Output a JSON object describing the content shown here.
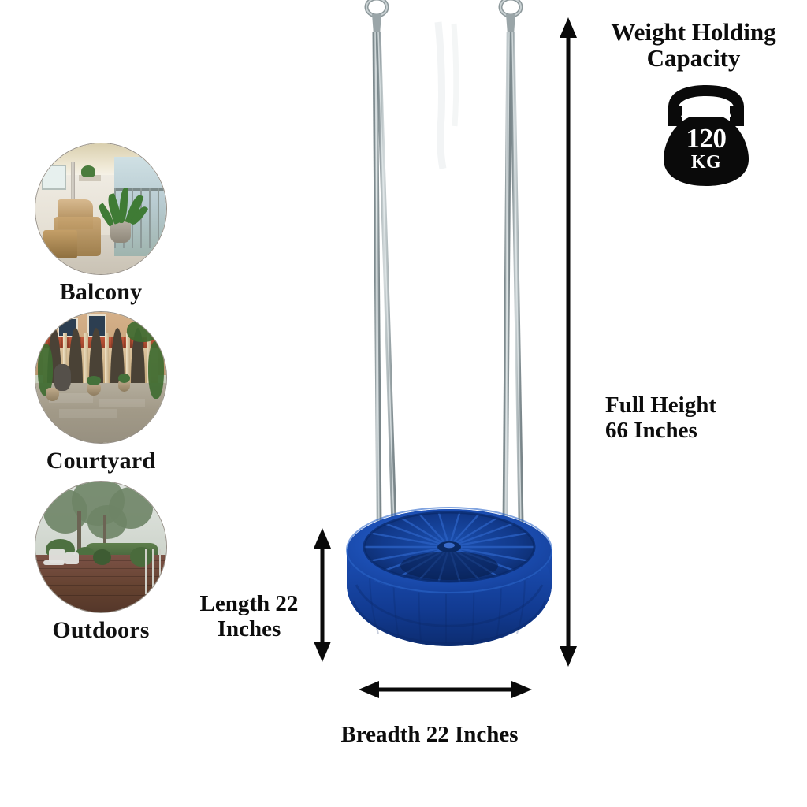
{
  "background_color": "#ffffff",
  "product": {
    "name": "blue tire swing",
    "tire_color": "#1545a8",
    "tire_color_dark": "#0b2a6b",
    "rim_color": "#0d3080",
    "cable_color": "#9aa6aa",
    "cable_count": 4,
    "ring_count": 2
  },
  "features": [
    {
      "label": "Balcony",
      "icon": "balcony-photo",
      "scene": "apartment balcony with rattan chair, potted plant and glass railing"
    },
    {
      "label": "Courtyard",
      "icon": "courtyard-photo",
      "scene": "stone courtyard with arched colonnade, terracotta roof and ivy"
    },
    {
      "label": "Outdoors",
      "icon": "outdoors-photo",
      "scene": "wooden garden deck with trees, hedge and patio furniture"
    }
  ],
  "measurements": {
    "length": {
      "label": "Length 22\nInches",
      "line1": "Length 22",
      "line2": "Inches",
      "value": 22,
      "unit": "Inches",
      "arrow": "vertical-double-arrow"
    },
    "full_height": {
      "line1": "Full Height",
      "line2": "66 Inches",
      "value": 66,
      "unit": "Inches",
      "arrow": "vertical-double-arrow"
    },
    "breadth": {
      "label": "Breadth 22 Inches",
      "value": 22,
      "unit": "Inches",
      "arrow": "horizontal-double-arrow"
    }
  },
  "weight_capacity": {
    "title_line1": "Weight Holding",
    "title_line2": "Capacity",
    "icon": "kettlebell-icon",
    "value": "120",
    "unit": "KG",
    "icon_color": "#0a0a0a",
    "text_color": "#ffffff"
  }
}
